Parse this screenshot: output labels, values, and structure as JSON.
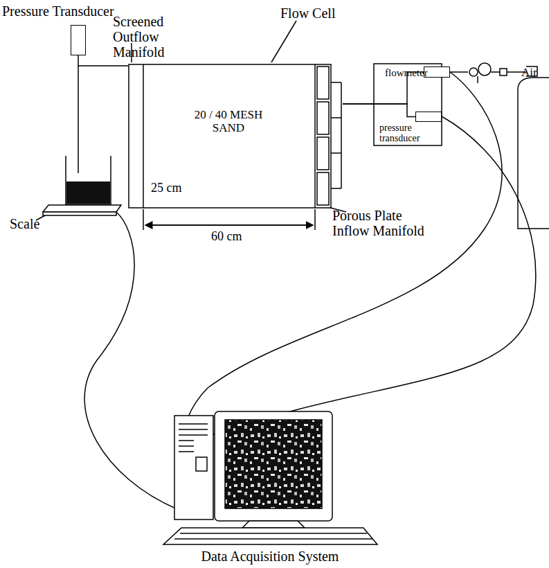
{
  "diagram": {
    "nodes": [
      {
        "text": [
          "Pressure Transducer"
        ]
      },
      {
        "text": [
          "20 / 40 MESH SAND"
        ]
      },
      {
        "text": [
          "flowmeter"
        ]
      },
      {
        "text": [
          "pressure transducer"
        ]
      }
    ],
    "edges": [
      {
        "from": 0,
        "to": 1,
        "arrow": "none"
      },
      {
        "from": 2,
        "to": 1,
        "arrow": "none"
      },
      {
        "from": 3,
        "to": 1,
        "arrow": "none"
      }
    ],
    "labels": [
      "Screened Outflow Manifold",
      "Flow Cell",
      "25 cm",
      "60 cm",
      "Porous Plate Inflow Manifold",
      "Scale",
      "Air",
      "Data Acquisition System"
    ]
  }
}
